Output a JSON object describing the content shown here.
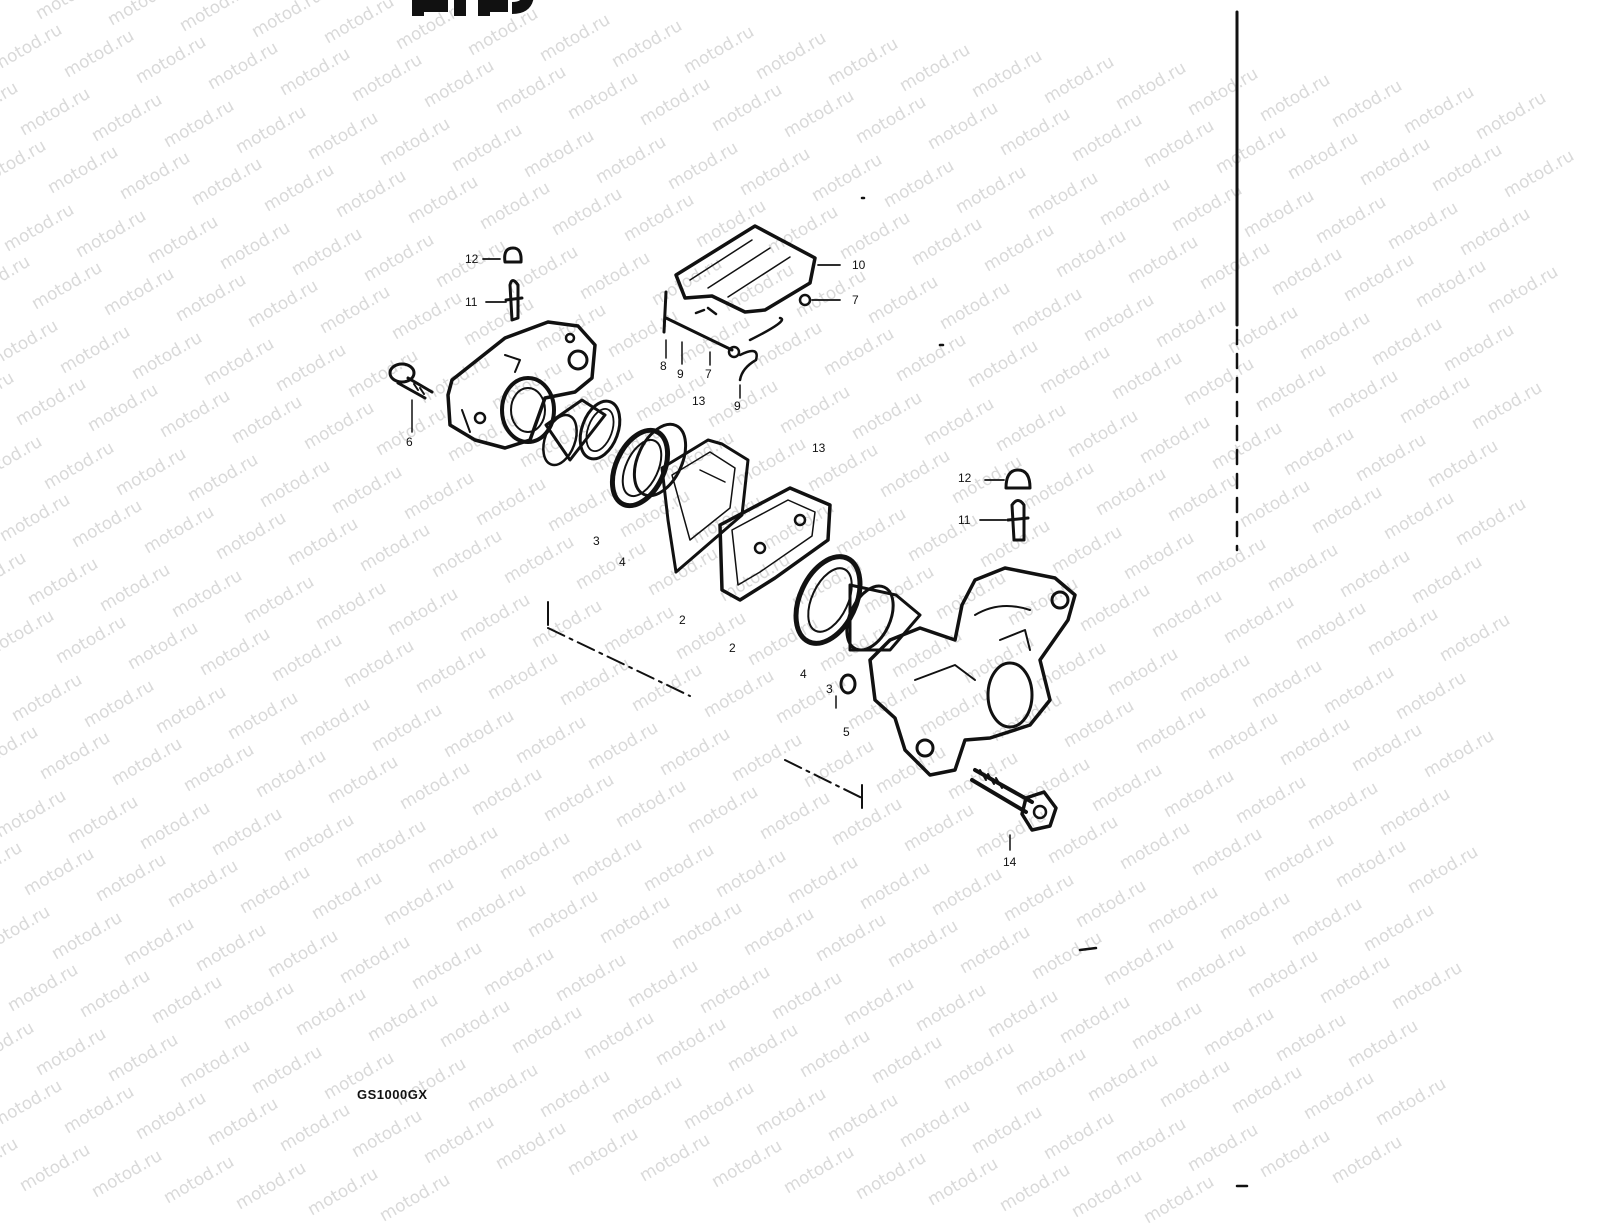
{
  "watermark": {
    "text": "motod.ru"
  },
  "diagram": {
    "model_label": "GS1000GX",
    "callouts": {
      "c12a": "12",
      "c11a": "11",
      "c6": "6",
      "c8": "8",
      "c9a": "9",
      "c7a": "7",
      "c13a": "13",
      "c9b": "9",
      "c10": "10",
      "c7b": "7",
      "c13b": "13",
      "c3a": "3",
      "c4a": "4",
      "c12b": "12",
      "c11b": "11",
      "c2a": "2",
      "c2b": "2",
      "c4b": "4",
      "c3b": "3",
      "c5": "5",
      "c14": "14"
    }
  },
  "colors": {
    "ink": "#111111",
    "background": "#ffffff",
    "watermark": "#d9d9d9"
  }
}
